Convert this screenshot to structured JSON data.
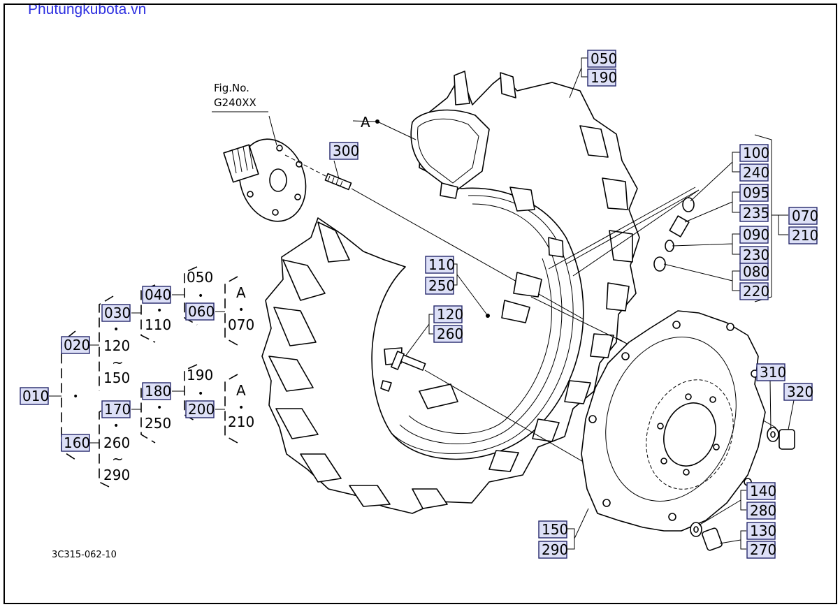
{
  "watermark": "Phutungkubota.vn",
  "figure_ref": {
    "line1": "Fig.No.",
    "line2": "G240XX"
  },
  "figure_code": "3C315-062-10",
  "label_a": "A",
  "dot": "•",
  "tilde": "~",
  "callouts": {
    "c050": "050",
    "c190": "190",
    "c300": "300",
    "c100": "100",
    "c240": "240",
    "c095": "095",
    "c235": "235",
    "c090": "090",
    "c230": "230",
    "c080": "080",
    "c220": "220",
    "c070": "070",
    "c210": "210",
    "c110": "110",
    "c250": "250",
    "c120": "120",
    "c260": "260",
    "c310": "310",
    "c320": "320",
    "c140": "140",
    "c280": "280",
    "c130": "130",
    "c270": "270",
    "c150": "150",
    "c290": "290"
  },
  "tree": {
    "c010": "010",
    "c020": "020",
    "c160": "160",
    "t120": "120",
    "t150": "150",
    "t260": "260",
    "t290": "290",
    "c030": "030",
    "t110": "110",
    "c170": "170",
    "t250": "250",
    "c040": "040",
    "c060": "060",
    "c180": "180",
    "c200": "200",
    "t050": "050",
    "t190": "190",
    "t070": "070",
    "t210": "210"
  }
}
